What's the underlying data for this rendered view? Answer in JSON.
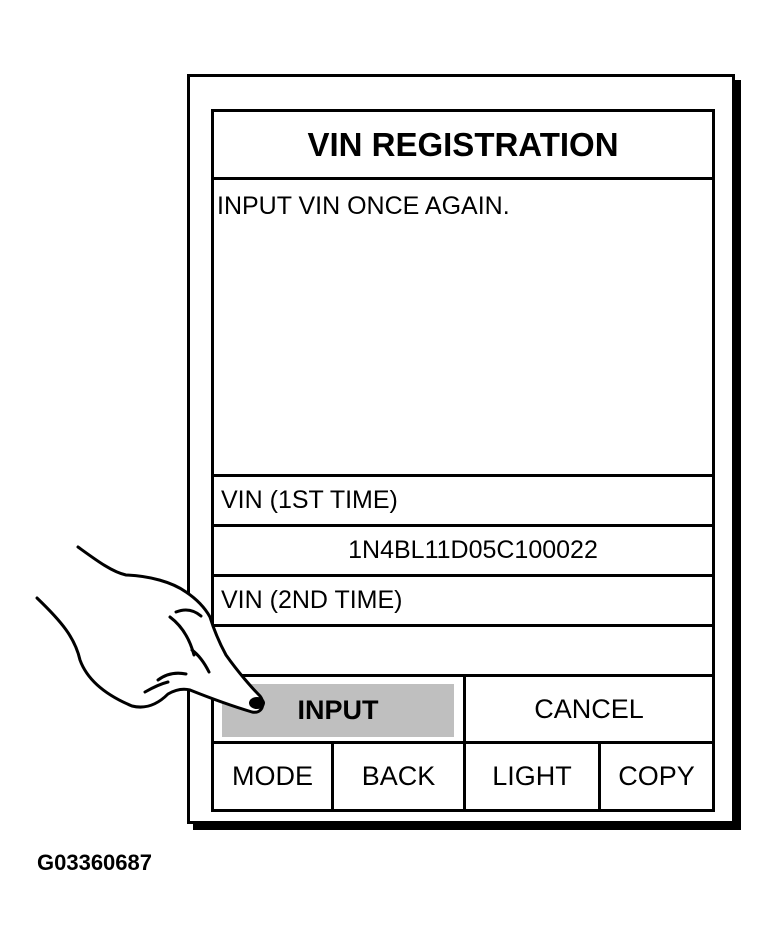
{
  "screen": {
    "title": "VIN REGISTRATION",
    "message": "INPUT VIN ONCE AGAIN."
  },
  "vin": {
    "first_label": "VIN (1ST TIME)",
    "first_value": "1N4BL11D05C100022",
    "second_label": "VIN (2ND TIME)",
    "second_value": ""
  },
  "actions": {
    "input_label": "INPUT",
    "cancel_label": "CANCEL"
  },
  "functions": {
    "mode_label": "MODE",
    "back_label": "BACK",
    "light_label": "LIGHT",
    "copy_label": "COPY"
  },
  "figure": {
    "id": "G03360687"
  },
  "colors": {
    "input_button_fill": "#bfbfbf",
    "line": "#000000",
    "background": "#ffffff"
  },
  "icons": {
    "pointer": "pointing-hand-icon"
  }
}
